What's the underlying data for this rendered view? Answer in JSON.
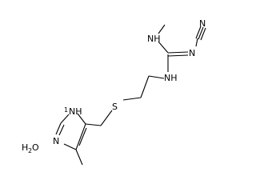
{
  "molecule": {
    "atoms": {
      "nh_methyl": "NH",
      "nh_chain": "NH",
      "n_imine": "N",
      "n_nitrile": "N",
      "sulfur": "S",
      "ring_nh": "NH",
      "ring_n": "N"
    },
    "ring_nh_prefix": "1",
    "water": {
      "element_h": "H",
      "subscript": "2",
      "element_o": "O"
    }
  }
}
